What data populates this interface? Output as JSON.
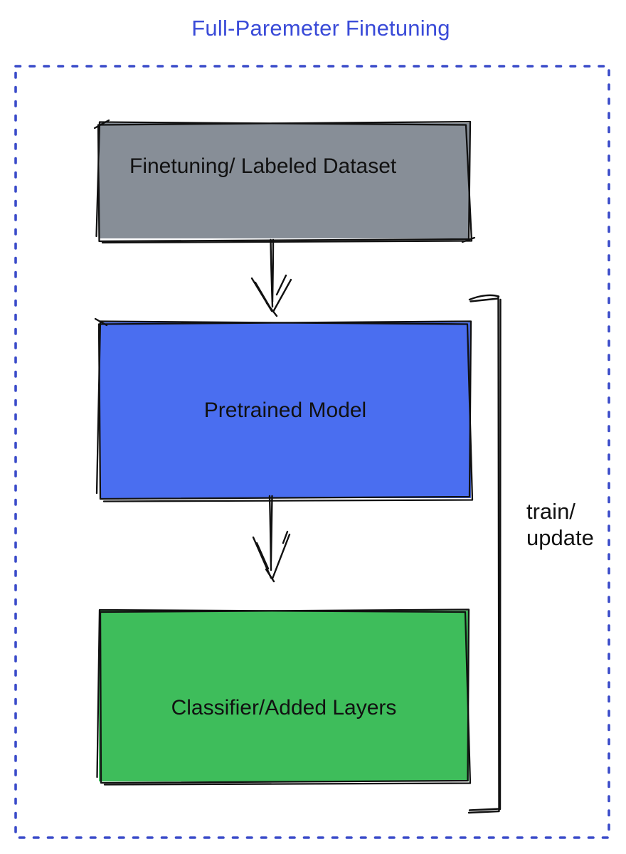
{
  "title": {
    "text": "Full-Paremeter Finetuning",
    "color": "#3a4bd8"
  },
  "boundary": {
    "style": "dotted",
    "border_color": "#3a4bc9"
  },
  "boxes": [
    {
      "name": "dataset",
      "label": "Finetuning/ Labeled Dataset",
      "fill": "#878e97"
    },
    {
      "name": "pretrained-model",
      "label": "Pretrained Model",
      "fill": "#4a6ef0"
    },
    {
      "name": "classifier",
      "label": "Classifier/Added Layers",
      "fill": "#3ebd5b"
    }
  ],
  "arrows": [
    {
      "from": "dataset",
      "to": "pretrained-model",
      "direction": "down"
    },
    {
      "from": "pretrained-model",
      "to": "classifier",
      "direction": "down"
    }
  ],
  "bracket": {
    "label": "train/\nupdate",
    "stroke": "#111111",
    "spans": "pretrained-model and classifier boxes"
  }
}
